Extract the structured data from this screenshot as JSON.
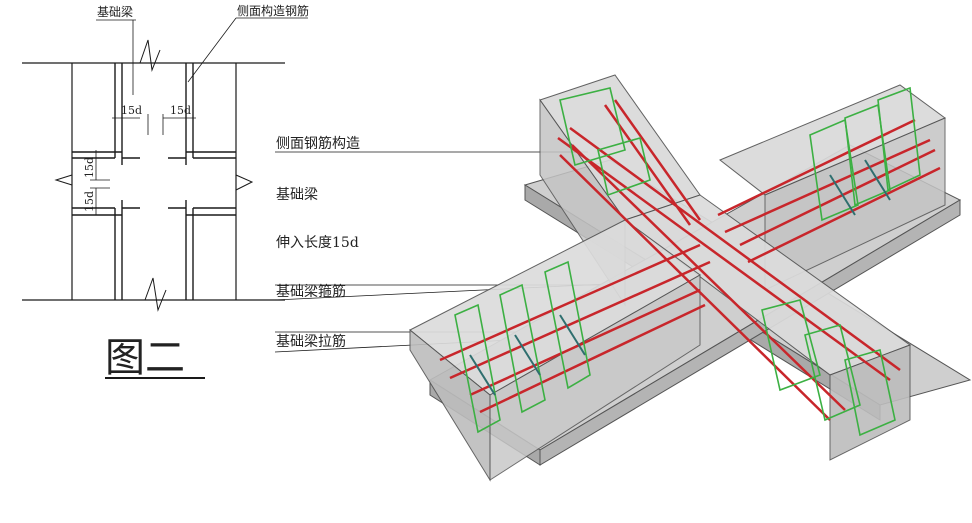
{
  "plan": {
    "label_beam": "基础梁",
    "label_side_bar": "侧面构造钢筋",
    "dim_top_left": "15d",
    "dim_top_right": "15d",
    "dim_side_upper": "15d",
    "dim_side_lower": "15d",
    "figure_title": "图二"
  },
  "callouts": [
    "侧面钢筋构造",
    "基础梁",
    "伸入长度15d",
    "基础梁箍筋",
    "基础梁拉筋"
  ],
  "colors": {
    "line": "#1a1a1a",
    "concrete_top": "#d6d6d6",
    "concrete_side": "#b8b8b8",
    "concrete_edge": "#555555",
    "rebar_longitudinal": "#c8262b",
    "rebar_stirrup": "#3cb043",
    "rebar_tie": "#2f6f6f"
  }
}
